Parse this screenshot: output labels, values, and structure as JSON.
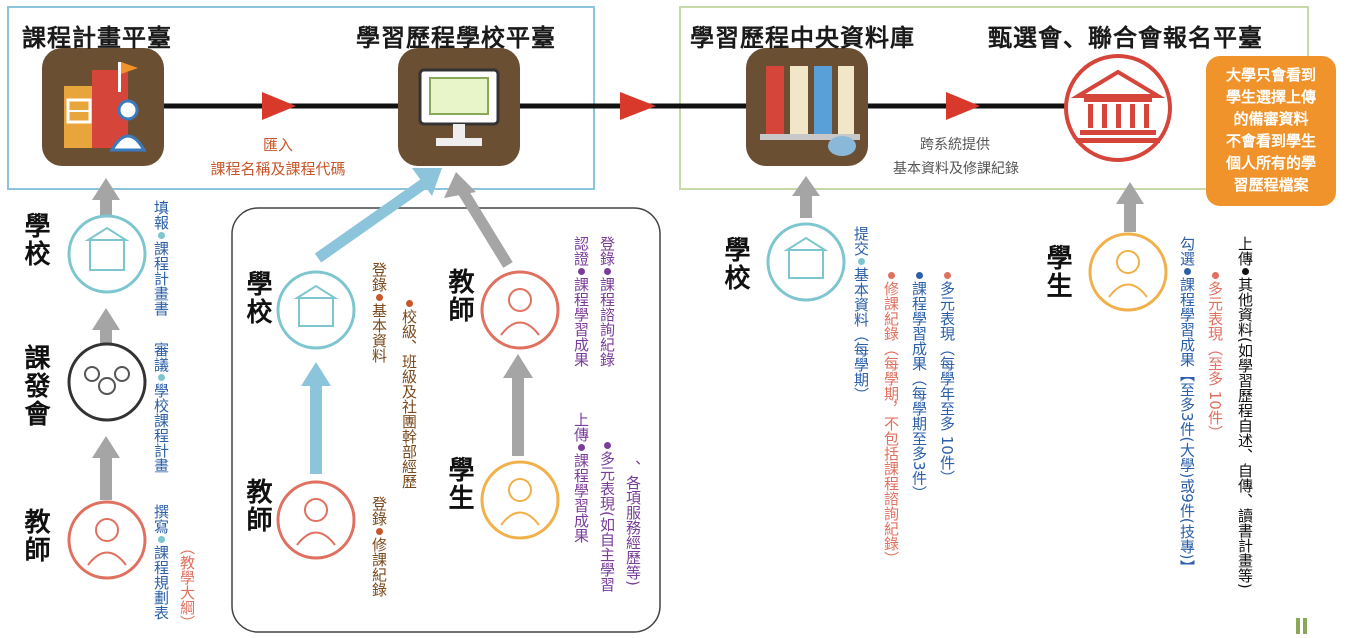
{
  "titles": {
    "course_plan": "課程計畫平臺",
    "school_platform": "學習歷程學校平臺",
    "central_db": "學習歷程中央資料庫",
    "admission": "甄選會、聯合會報名平臺"
  },
  "flows": {
    "import_line1": "匯入",
    "import_line2": "課程名稱及課程代碼",
    "cross_line1": "跨系統提供",
    "cross_line2": "基本資料及修課紀錄"
  },
  "note": [
    "大學只會看到",
    "學生選擇上傳",
    "的備審資料",
    "不會看到學生",
    "個人所有的學",
    "習歷程檔案"
  ],
  "left": {
    "school": "學校",
    "committee": "課發會",
    "teacher": "教師",
    "school_action1": "填報",
    "school_item1": "課程計畫書",
    "committee_action": "審議",
    "committee_item": "學校課程計畫",
    "teacher_action": "撰寫",
    "teacher_item": "課程規劃表",
    "teacher_item_note": "（教學大綱）"
  },
  "middle": {
    "school": "學校",
    "teacher_top": "教師",
    "teacher_bottom": "教師",
    "student": "學生",
    "school_action": "登錄",
    "school_item1": "基本資料",
    "school_item2": "校級、班級及社團幹部經歷",
    "teacher_b_action": "登錄",
    "teacher_b_item": "修課紀錄",
    "teacher_t_action1": "登錄",
    "teacher_t_item1": "課程諮詢紀錄",
    "teacher_t_action2": "認證",
    "teacher_t_item2": "課程學習成果",
    "student_action": "上傳",
    "student_item1": "課程學習成果",
    "student_item2": "多元表現(如自主學習",
    "student_item2b": "、各項服務經歷等)"
  },
  "right": {
    "school": "學校",
    "school_action": "提交",
    "school_item1": "基本資料（每學期）",
    "school_item2": "修課紀錄（每學期，不包括課程諮詢紀錄）",
    "school_item3": "課程學習成果（每學期至多3件）",
    "school_item4": "多元表現（每學年至多 10件）",
    "student": "學生",
    "student_action": "勾選",
    "student_item1": "課程學習成果",
    "student_item1_note": "【至多3件(大學)或9件(技專)】",
    "student_item2": "多元表現（至多 10件）",
    "student_action2": "上傳",
    "student_item3": "其他資料(如學習歷程自述、自傳、讀書計畫等)"
  },
  "colors": {
    "teal": "#7ec6cf",
    "arrow_red": "#d8392b",
    "tile_brown": "#6b4f33",
    "box_blue": "#8cc4dc",
    "box_green": "#c7d9a8",
    "orange": "#f0932b",
    "purple": "#7a3d9a",
    "blue_text": "#2b5fa8",
    "pink": "#e07060",
    "brown_text": "#7a4a1e"
  }
}
